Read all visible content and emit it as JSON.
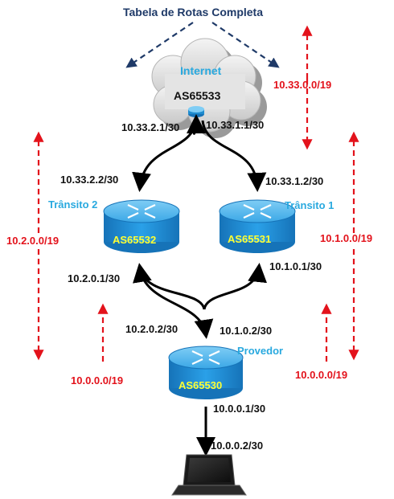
{
  "title": "Tabela de Rotas Completa",
  "internet": {
    "label": "Internet",
    "asn": "AS65533"
  },
  "routers": {
    "transit2": {
      "name": "Trânsito 2",
      "asn": "AS65532"
    },
    "transit1": {
      "name": "Trânsito 1",
      "asn": "AS65531"
    },
    "provider": {
      "name": "Provedor",
      "asn": "AS65530"
    }
  },
  "links": {
    "internet_t2": "10.33.2.1/30",
    "internet_t1": "10.33.1.1/30",
    "t2_up": "10.33.2.2/30",
    "t1_up": "10.33.1.2/30",
    "t2_down": "10.2.0.1/30",
    "t1_down": "10.1.0.1/30",
    "prov_t2": "10.2.0.2/30",
    "prov_t1": "10.1.0.2/30",
    "prov_down": "10.0.0.1/30",
    "laptop": "10.0.0.2/30"
  },
  "routes": {
    "internet_prefix": "10.33.0.0/19",
    "t2_prefix": "10.2.0.0/19",
    "t1_prefix": "10.1.0.0/19",
    "prov_left": "10.0.0.0/19",
    "prov_right": "10.0.0.0/19"
  },
  "colors": {
    "route": "#e3121b",
    "router_label": "#29a9df",
    "title": "#1f3a68",
    "router_body": "#1e8ccf"
  }
}
